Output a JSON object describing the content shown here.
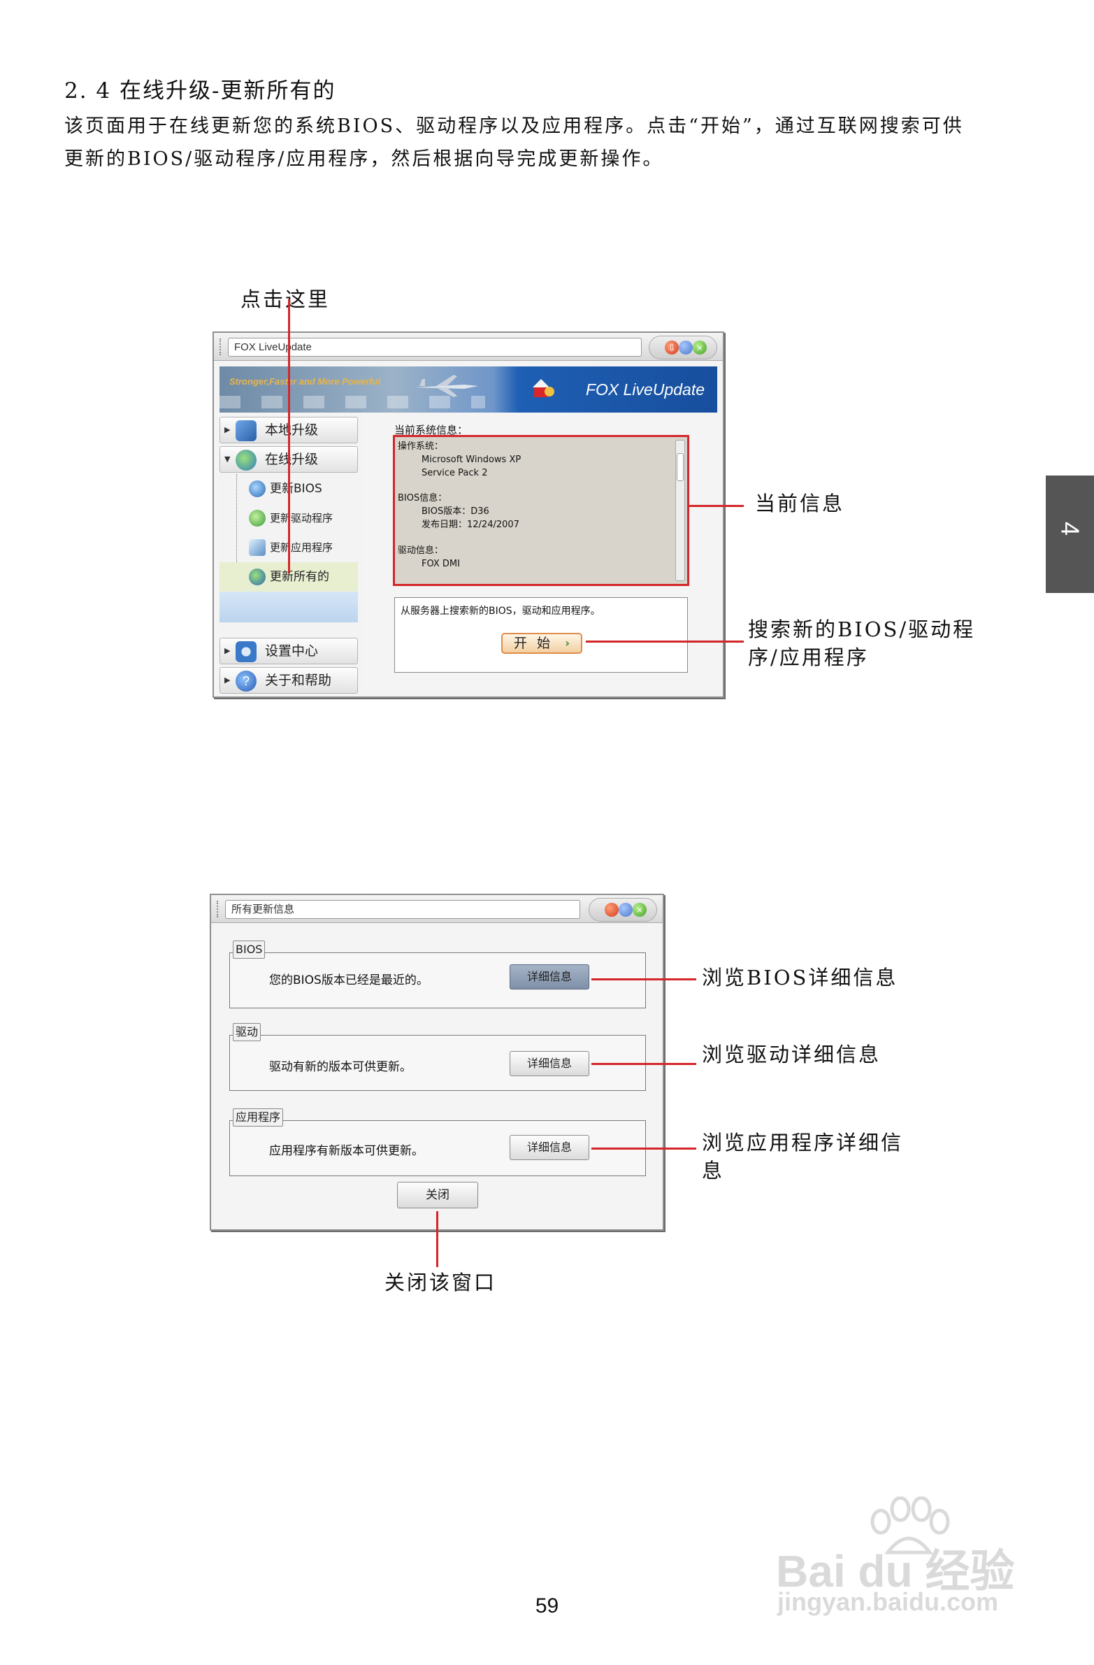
{
  "section": {
    "title": "2. 4  在线升级-更新所有的",
    "intro_line1": "该页面用于在线更新您的系统BIOS、驱动程序以及应用程序。点击“开始”，通过互联网搜索可供",
    "intro_line2": "更新的BIOS/驱动程序/应用程序，然后根据向导完成更新操作。"
  },
  "chapter_tab": "4",
  "page_number": "59",
  "callouts": {
    "click_here": "点击这里",
    "current_info": "当前信息",
    "search_new_line1": "搜索新的BIOS/驱动程",
    "search_new_line2": "序/应用程序",
    "view_bios": "浏览BIOS详细信息",
    "view_driver": "浏览驱动详细信息",
    "view_app_line1": "浏览应用程序详细信",
    "view_app_line2": "息",
    "close_window": "关闭该窗口"
  },
  "window1": {
    "title": "FOX LiveUpdate",
    "banner_slogan": "Stronger,Faster and More Powerful",
    "banner_logo": "FOX LiveUpdate",
    "sidebar": {
      "local_update": "本地升级",
      "online_update": "在线升级",
      "sub_items": [
        "更新BIOS",
        "更新驱动程序",
        "更新应用程序",
        "更新所有的"
      ],
      "settings": "设置中心",
      "about_help": "关于和帮助"
    },
    "current_info_label": "当前系统信息：",
    "info_lines": {
      "os_label": "操作系统：",
      "os_name": "Microsoft Windows XP",
      "os_sp": "Service Pack 2",
      "bios_label": "BIOS信息：",
      "bios_version": "BIOS版本：D36",
      "bios_date": "发布日期：12/24/2007",
      "driver_label": "驱动信息：",
      "driver_name": "FOX DMI"
    },
    "search_text": "从服务器上搜索新的BIOS，驱动和应用程序。",
    "start_button": "开  始"
  },
  "window2": {
    "title": "所有更新信息",
    "groups": [
      {
        "tag": "BIOS",
        "message": "您的BIOS版本已经是最近的。",
        "button": "详细信息"
      },
      {
        "tag": "驱动",
        "message": "驱动有新的版本可供更新。",
        "button": "详细信息"
      },
      {
        "tag": "应用程序",
        "message": "应用程序有新版本可供更新。",
        "button": "详细信息"
      }
    ],
    "close_button": "关闭"
  },
  "watermark": {
    "brand": "Bai du 经验",
    "url": "jingyan.baidu.com"
  }
}
